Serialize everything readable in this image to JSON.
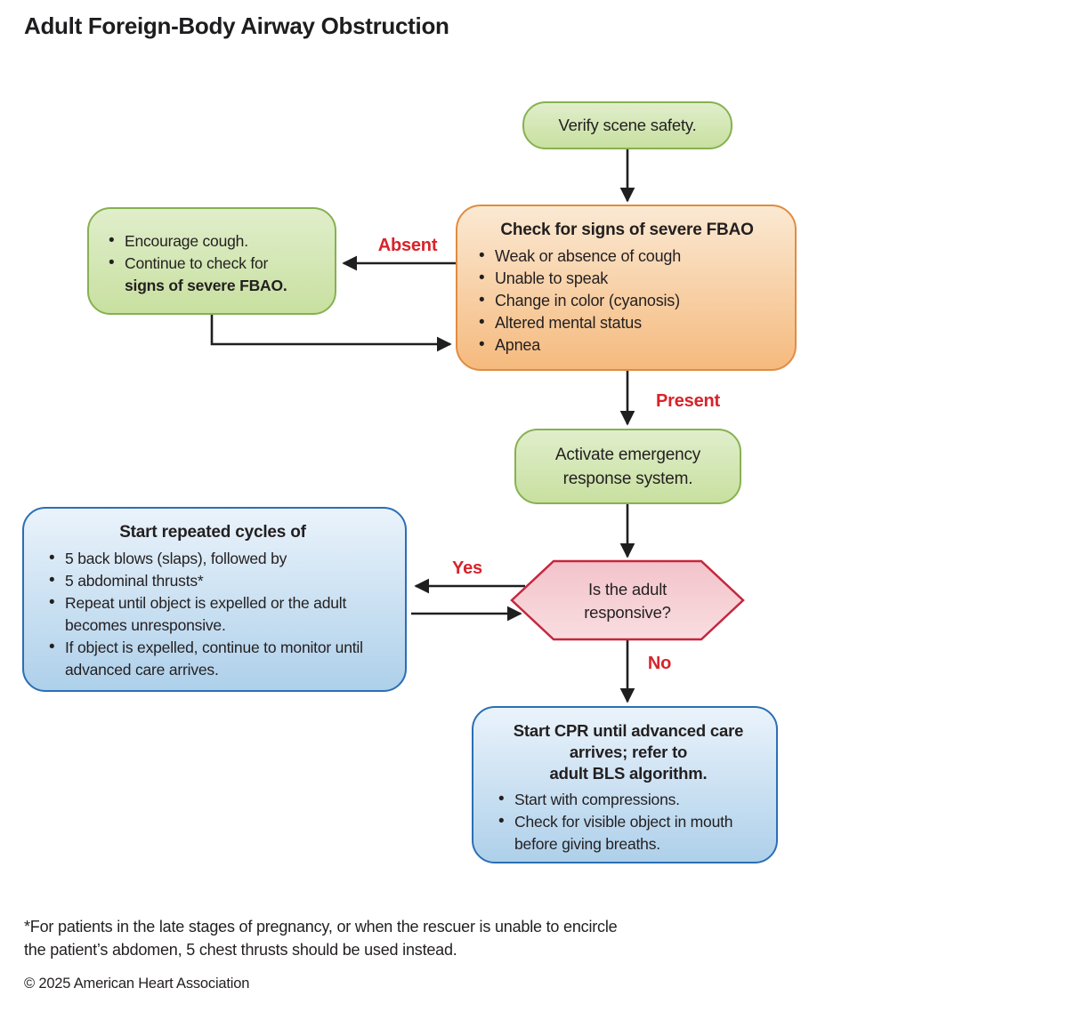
{
  "title": "Adult Foreign-Body Airway Obstruction",
  "colors": {
    "background": "#ffffff",
    "text": "#231f20",
    "flow_label_red": "#d8232a",
    "arrow": "#1f1f1f",
    "green_border": "#87b151",
    "green_fill_top": "#e0eecb",
    "green_fill_bottom": "#c8e0a0",
    "orange_border": "#e08c41",
    "orange_fill_top": "#fbe9d3",
    "orange_fill_bottom": "#f5ba7e",
    "blue_border": "#2a6fb5",
    "blue_fill_top": "#eaf3fb",
    "blue_fill_bottom": "#aed0ea",
    "pink_border": "#c5273e",
    "pink_fill_top": "#f2c3ca",
    "pink_fill_bottom": "#f9dde0"
  },
  "nodes": {
    "verify": {
      "label": "Verify scene safety."
    },
    "check": {
      "heading": "Check for signs of severe FBAO",
      "bullets": [
        "Weak or absence of cough",
        "Unable to speak",
        "Change in color (cyanosis)",
        "Altered mental status",
        "Apnea"
      ]
    },
    "encourage": {
      "bullet1": "Encourage cough.",
      "bullet2_normal": "Continue to check for",
      "bullet2_bold": "signs of severe FBAO."
    },
    "activate": {
      "lines": [
        "Activate emergency",
        "response system."
      ]
    },
    "responsive": {
      "lines": [
        "Is the adult",
        "responsive?"
      ]
    },
    "cycles": {
      "heading": "Start repeated cycles of",
      "bullets": [
        "5 back blows (slaps), followed by",
        "5 abdominal thrusts*",
        "Repeat until object is expelled or the adult becomes unresponsive.",
        "If object is expelled, continue to monitor until advanced care arrives."
      ]
    },
    "cpr": {
      "heading_lines": [
        "Start CPR until advanced care",
        "arrives; refer to",
        "adult BLS algorithm."
      ],
      "bullets": [
        "Start with compressions.",
        "Check for visible object in mouth before giving breaths."
      ]
    }
  },
  "labels": {
    "absent": "Absent",
    "present": "Present",
    "yes": "Yes",
    "no": "No"
  },
  "footnote": {
    "lines": [
      "*For patients in the late stages of pregnancy, or when the rescuer is unable to encircle",
      "the patient’s abdomen, 5 chest thrusts should be used instead."
    ]
  },
  "copyright": "© 2025 American Heart Association"
}
